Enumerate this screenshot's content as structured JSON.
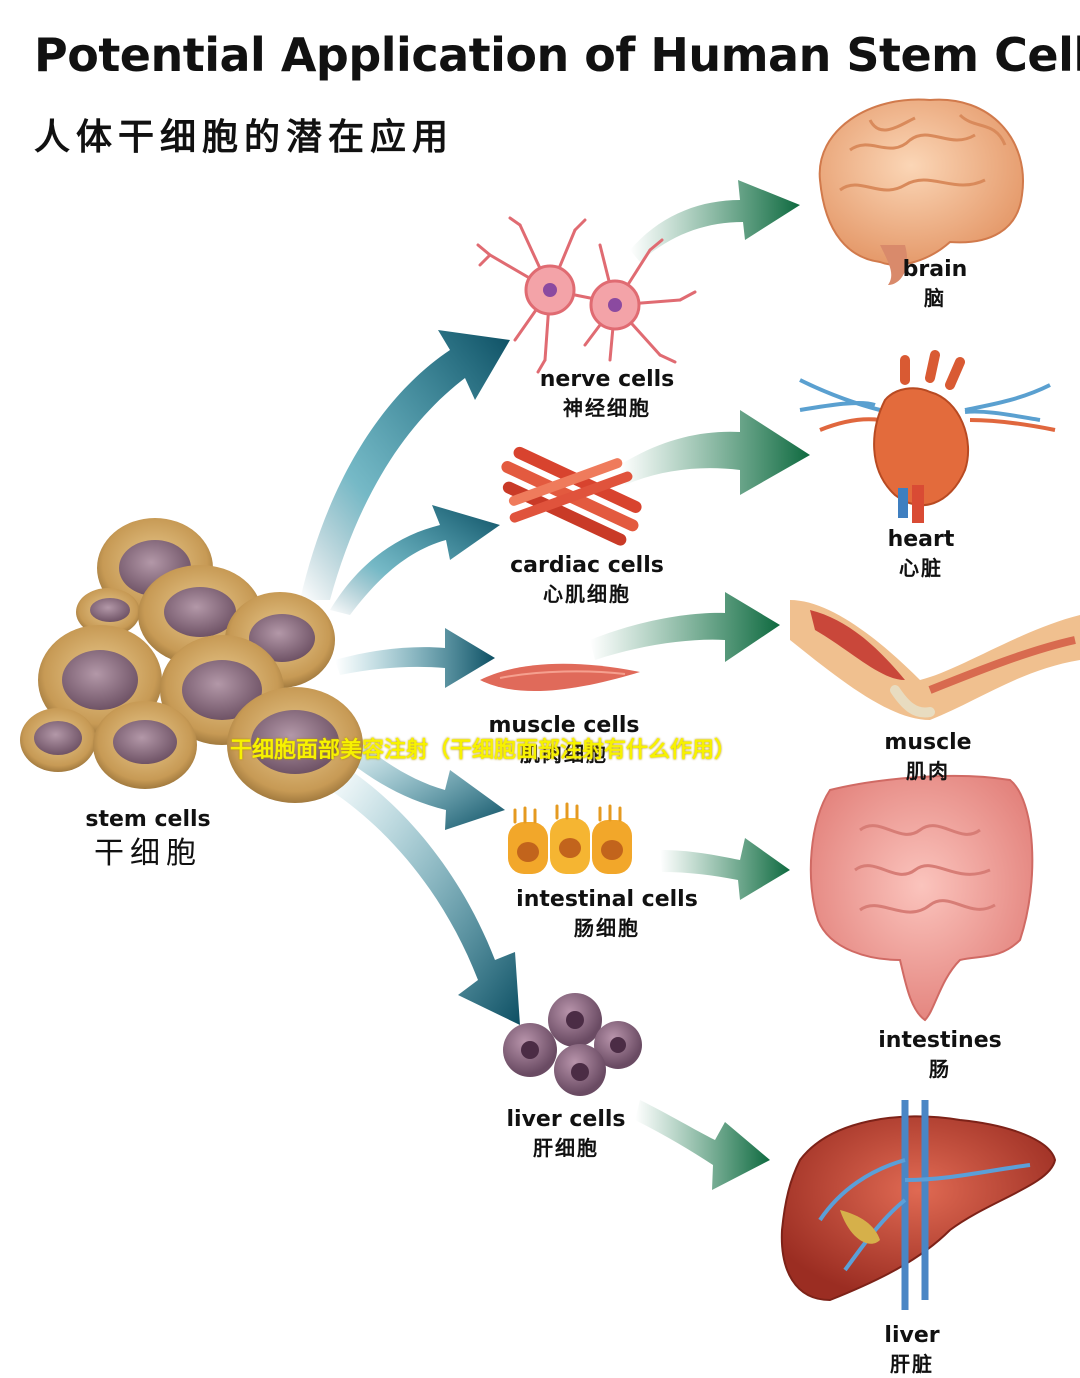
{
  "title": {
    "en": "Potential Application of Human Stem Cells",
    "zh": "人体干细胞的潜在应用"
  },
  "source": {
    "en": "stem cells",
    "zh": "干细胞"
  },
  "cells": [
    {
      "en": "nerve cells",
      "zh": "神经细胞"
    },
    {
      "en": "cardiac cells",
      "zh": "心肌细胞"
    },
    {
      "en": "muscle cells",
      "zh": "肌肉细胞"
    },
    {
      "en": "intestinal cells",
      "zh": "肠细胞"
    },
    {
      "en": "liver cells",
      "zh": "肝细胞"
    }
  ],
  "organs": [
    {
      "en": "brain",
      "zh": "脑"
    },
    {
      "en": "heart",
      "zh": "心脏"
    },
    {
      "en": "muscle",
      "zh": "肌肉"
    },
    {
      "en": "intestines",
      "zh": "肠"
    },
    {
      "en": "liver",
      "zh": "肝脏"
    }
  ],
  "watermark": "干细胞面部美容注射（干细胞面部注射有什么作用）",
  "colors": {
    "arrow_teal": "#0f5d73",
    "arrow_green": "#1a7a4e",
    "watermark": "#f7f200"
  }
}
